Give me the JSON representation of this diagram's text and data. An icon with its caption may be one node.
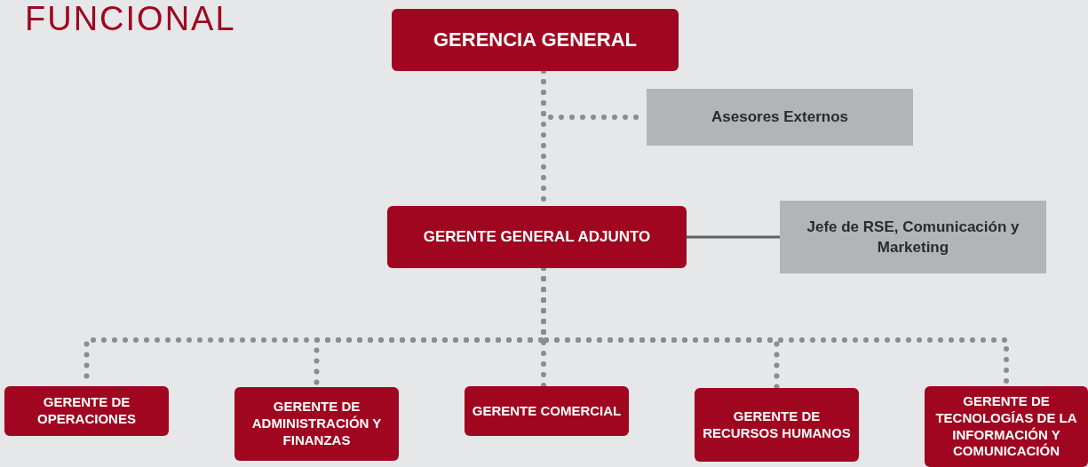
{
  "diagram": {
    "title": "FUNCIONAL",
    "nodes": [
      {
        "text": [
          "GERENCIA GENERAL"
        ]
      },
      {
        "text": [
          "Asesores Externos"
        ]
      },
      {
        "text": [
          "GERENTE GENERAL ADJUNTO"
        ]
      },
      {
        "text": [
          "Jefe de RSE, Comunicación y Marketing"
        ]
      },
      {
        "text": [
          "GERENTE DE OPERACIONES"
        ]
      },
      {
        "text": [
          "GERENTE DE ADMINISTRACIÓN Y FINANZAS"
        ]
      },
      {
        "text": [
          "GERENTE COMERCIAL"
        ]
      },
      {
        "text": [
          "GERENTE DE RECURSOS HUMANOS"
        ]
      },
      {
        "text": [
          "GERENTE DE TECNOLOGÍAS DE LA INFORMACIÓN Y COMUNICACIÓN"
        ]
      }
    ],
    "edges": [
      {
        "from": 0,
        "to": 2,
        "arrow": "none",
        "style": "dashed"
      },
      {
        "from": 0,
        "to": 1,
        "arrow": "none",
        "style": "dashed"
      },
      {
        "from": 2,
        "to": 3,
        "arrow": "none"
      },
      {
        "from": 2,
        "to": 4,
        "arrow": "none",
        "style": "dashed"
      },
      {
        "from": 2,
        "to": 5,
        "arrow": "none",
        "style": "dashed"
      },
      {
        "from": 2,
        "to": 6,
        "arrow": "none",
        "style": "dashed"
      },
      {
        "from": 2,
        "to": 7,
        "arrow": "none",
        "style": "dashed"
      },
      {
        "from": 2,
        "to": 8,
        "arrow": "none",
        "style": "dashed"
      }
    ]
  }
}
